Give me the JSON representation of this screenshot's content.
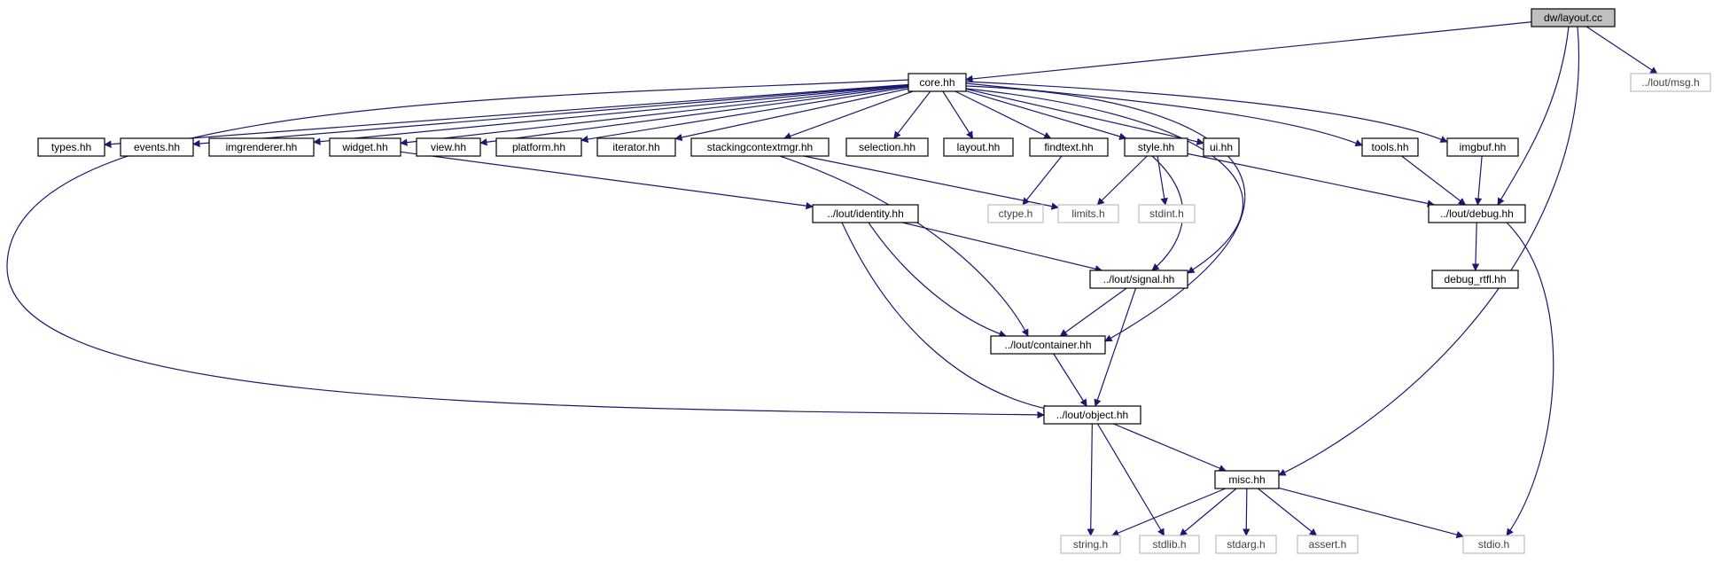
{
  "colors": {
    "edge": "#191970",
    "header_node_border": "#000000",
    "header_node_fill": "#ffffff",
    "system_node_border": "#bfbfbf",
    "system_node_text": "#404040",
    "root_node_fill": "#bfbfbf",
    "node_text": "#000000"
  },
  "nodes": [
    {
      "id": "layout_cc",
      "label": "dw/layout.cc",
      "kind": "root"
    },
    {
      "id": "core_hh",
      "label": "core.hh",
      "kind": "header"
    },
    {
      "id": "msg_h",
      "label": "../lout/msg.h",
      "kind": "system"
    },
    {
      "id": "types_hh",
      "label": "types.hh",
      "kind": "header"
    },
    {
      "id": "events_hh",
      "label": "events.hh",
      "kind": "header"
    },
    {
      "id": "imgrenderer_hh",
      "label": "imgrenderer.hh",
      "kind": "header"
    },
    {
      "id": "widget_hh",
      "label": "widget.hh",
      "kind": "header"
    },
    {
      "id": "view_hh",
      "label": "view.hh",
      "kind": "header"
    },
    {
      "id": "platform_hh",
      "label": "platform.hh",
      "kind": "header"
    },
    {
      "id": "iterator_hh",
      "label": "iterator.hh",
      "kind": "header"
    },
    {
      "id": "stackingcontextmgr_hh",
      "label": "stackingcontextmgr.hh",
      "kind": "header"
    },
    {
      "id": "selection_hh",
      "label": "selection.hh",
      "kind": "header"
    },
    {
      "id": "layout_hh",
      "label": "layout.hh",
      "kind": "header"
    },
    {
      "id": "findtext_hh",
      "label": "findtext.hh",
      "kind": "header"
    },
    {
      "id": "style_hh",
      "label": "style.hh",
      "kind": "header"
    },
    {
      "id": "ui_hh",
      "label": "ui.hh",
      "kind": "header"
    },
    {
      "id": "tools_hh",
      "label": "tools.hh",
      "kind": "header"
    },
    {
      "id": "imgbuf_hh",
      "label": "imgbuf.hh",
      "kind": "header"
    },
    {
      "id": "identity_hh",
      "label": "../lout/identity.hh",
      "kind": "header"
    },
    {
      "id": "ctype_h",
      "label": "ctype.h",
      "kind": "system"
    },
    {
      "id": "limits_h",
      "label": "limits.h",
      "kind": "system"
    },
    {
      "id": "stdint_h",
      "label": "stdint.h",
      "kind": "system"
    },
    {
      "id": "debug_hh",
      "label": "../lout/debug.hh",
      "kind": "header"
    },
    {
      "id": "debug_rtfl_hh",
      "label": "debug_rtfl.hh",
      "kind": "header"
    },
    {
      "id": "signal_hh",
      "label": "../lout/signal.hh",
      "kind": "header"
    },
    {
      "id": "container_hh",
      "label": "../lout/container.hh",
      "kind": "header"
    },
    {
      "id": "object_hh",
      "label": "../lout/object.hh",
      "kind": "header"
    },
    {
      "id": "misc_hh",
      "label": "misc.hh",
      "kind": "header"
    },
    {
      "id": "string_h",
      "label": "string.h",
      "kind": "system"
    },
    {
      "id": "stdlib_h",
      "label": "stdlib.h",
      "kind": "system"
    },
    {
      "id": "stdarg_h",
      "label": "stdarg.h",
      "kind": "system"
    },
    {
      "id": "assert_h",
      "label": "assert.h",
      "kind": "system"
    },
    {
      "id": "stdio_h",
      "label": "stdio.h",
      "kind": "system"
    }
  ],
  "edges": [
    {
      "from": "layout_cc",
      "to": "core_hh"
    },
    {
      "from": "layout_cc",
      "to": "msg_h"
    },
    {
      "from": "layout_cc",
      "to": "debug_hh"
    },
    {
      "from": "layout_cc",
      "to": "misc_hh"
    },
    {
      "from": "core_hh",
      "to": "types_hh"
    },
    {
      "from": "core_hh",
      "to": "events_hh"
    },
    {
      "from": "core_hh",
      "to": "imgrenderer_hh"
    },
    {
      "from": "core_hh",
      "to": "widget_hh"
    },
    {
      "from": "core_hh",
      "to": "view_hh"
    },
    {
      "from": "core_hh",
      "to": "platform_hh"
    },
    {
      "from": "core_hh",
      "to": "iterator_hh"
    },
    {
      "from": "core_hh",
      "to": "stackingcontextmgr_hh"
    },
    {
      "from": "core_hh",
      "to": "selection_hh"
    },
    {
      "from": "core_hh",
      "to": "layout_hh"
    },
    {
      "from": "core_hh",
      "to": "findtext_hh"
    },
    {
      "from": "core_hh",
      "to": "style_hh"
    },
    {
      "from": "core_hh",
      "to": "ui_hh"
    },
    {
      "from": "core_hh",
      "to": "tools_hh"
    },
    {
      "from": "core_hh",
      "to": "imgbuf_hh"
    },
    {
      "from": "core_hh",
      "to": "object_hh"
    },
    {
      "from": "core_hh",
      "to": "signal_hh"
    },
    {
      "from": "core_hh",
      "to": "container_hh"
    },
    {
      "from": "widget_hh",
      "to": "identity_hh"
    },
    {
      "from": "stackingcontextmgr_hh",
      "to": "limits_h"
    },
    {
      "from": "stackingcontextmgr_hh",
      "to": "container_hh"
    },
    {
      "from": "findtext_hh",
      "to": "ctype_h"
    },
    {
      "from": "style_hh",
      "to": "limits_h"
    },
    {
      "from": "style_hh",
      "to": "stdint_h"
    },
    {
      "from": "style_hh",
      "to": "debug_hh"
    },
    {
      "from": "style_hh",
      "to": "signal_hh"
    },
    {
      "from": "tools_hh",
      "to": "debug_hh"
    },
    {
      "from": "imgbuf_hh",
      "to": "debug_hh"
    },
    {
      "from": "identity_hh",
      "to": "signal_hh"
    },
    {
      "from": "identity_hh",
      "to": "container_hh"
    },
    {
      "from": "identity_hh",
      "to": "object_hh"
    },
    {
      "from": "debug_hh",
      "to": "debug_rtfl_hh"
    },
    {
      "from": "debug_hh",
      "to": "stdio_h"
    },
    {
      "from": "signal_hh",
      "to": "container_hh"
    },
    {
      "from": "signal_hh",
      "to": "object_hh"
    },
    {
      "from": "container_hh",
      "to": "object_hh"
    },
    {
      "from": "object_hh",
      "to": "misc_hh"
    },
    {
      "from": "object_hh",
      "to": "string_h"
    },
    {
      "from": "object_hh",
      "to": "stdlib_h"
    },
    {
      "from": "misc_hh",
      "to": "string_h"
    },
    {
      "from": "misc_hh",
      "to": "stdlib_h"
    },
    {
      "from": "misc_hh",
      "to": "stdarg_h"
    },
    {
      "from": "misc_hh",
      "to": "assert_h"
    },
    {
      "from": "misc_hh",
      "to": "stdio_h"
    }
  ]
}
